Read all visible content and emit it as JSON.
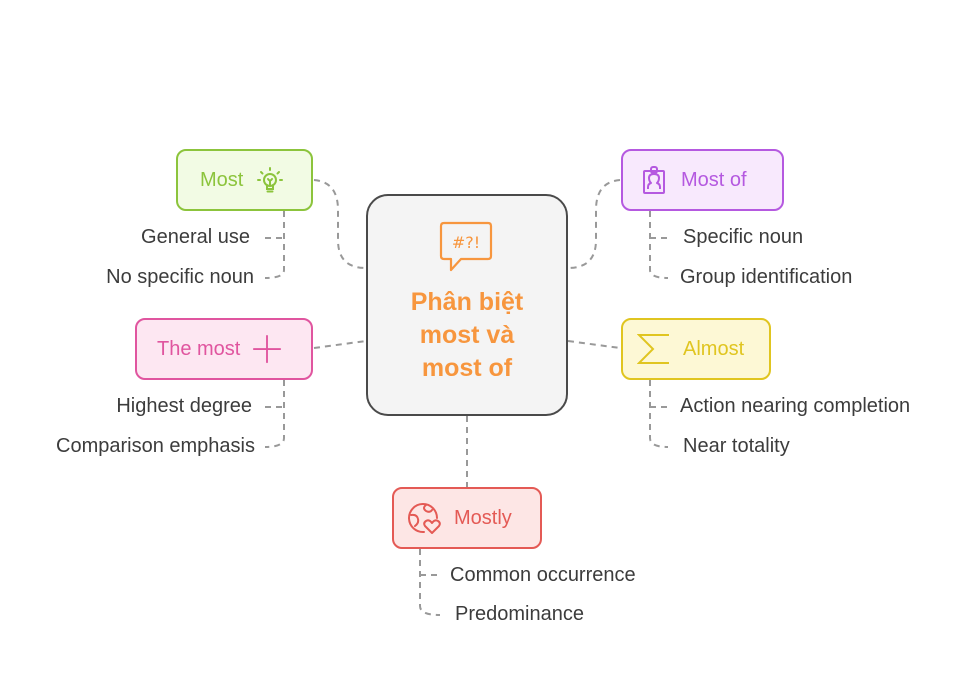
{
  "diagram": {
    "center": {
      "title_lines": [
        "Phân biệt",
        "most và",
        "most of"
      ],
      "icon": "speech-bubble-symbols-icon",
      "icon_text": "#?!",
      "color": "#f7963e"
    },
    "nodes": [
      {
        "id": "most",
        "label": "Most",
        "icon": "lightbulb-icon",
        "color": "#8cc43c",
        "fill": "#f2fbe4",
        "leaves": [
          "General use",
          "No specific noun"
        ]
      },
      {
        "id": "most-of",
        "label": "Most of",
        "icon": "id-badge-icon",
        "color": "#b559e0",
        "fill": "#f8e9fd",
        "leaves": [
          "Specific noun",
          "Group identification"
        ]
      },
      {
        "id": "the-most",
        "label": "The most",
        "icon": "plus-icon",
        "color": "#e0559f",
        "fill": "#fde7f2",
        "leaves": [
          "Highest degree",
          "Comparison emphasis"
        ]
      },
      {
        "id": "almost",
        "label": "Almost",
        "icon": "sigma-icon",
        "color": "#e0c520",
        "fill": "#fdf8d5",
        "leaves": [
          "Action nearing completion",
          "Near totality"
        ]
      },
      {
        "id": "mostly",
        "label": "Mostly",
        "icon": "globe-heart-icon",
        "color": "#e45a55",
        "fill": "#fde6e5",
        "leaves": [
          "Common occurrence",
          "Predominance"
        ]
      }
    ],
    "connector_color": "#999999"
  }
}
